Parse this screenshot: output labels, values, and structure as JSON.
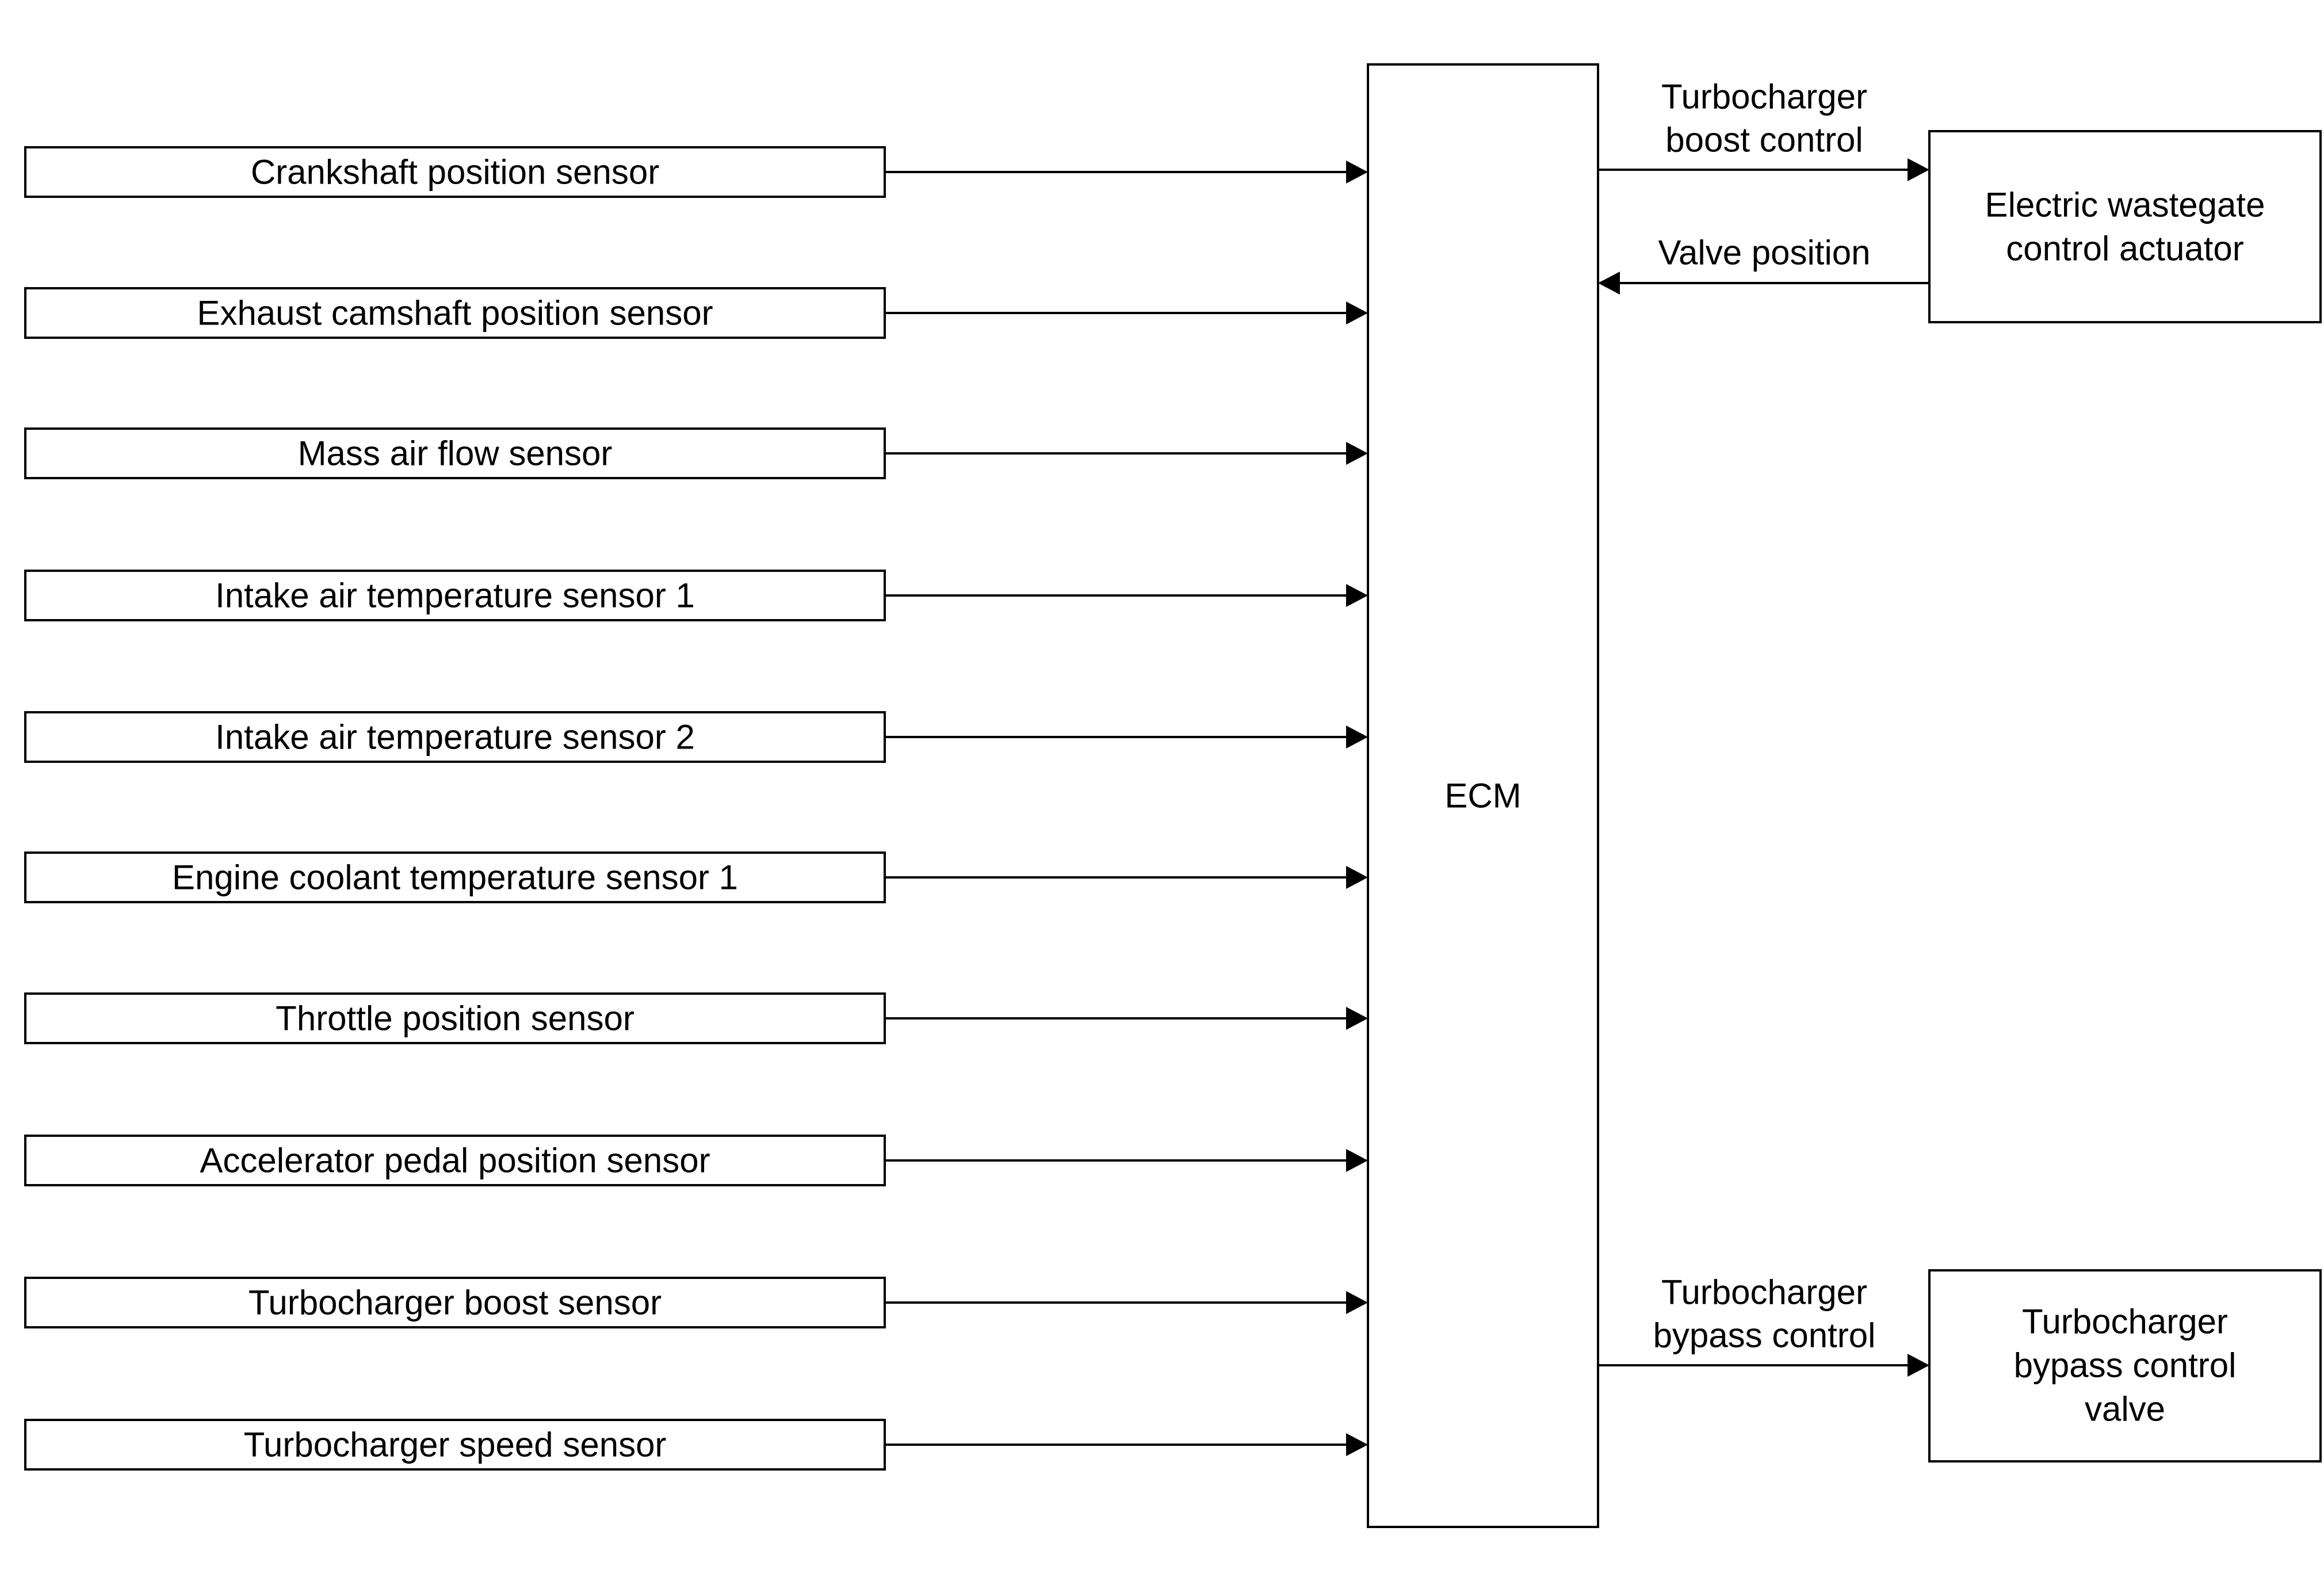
{
  "sensors": [
    {
      "label": "Crankshaft position sensor"
    },
    {
      "label": "Exhaust camshaft position sensor"
    },
    {
      "label": "Mass air flow sensor"
    },
    {
      "label": "Intake air temperature sensor 1"
    },
    {
      "label": "Intake air temperature sensor 2"
    },
    {
      "label": "Engine coolant temperature sensor 1"
    },
    {
      "label": "Throttle position sensor"
    },
    {
      "label": "Accelerator pedal position sensor"
    },
    {
      "label": "Turbocharger boost sensor"
    },
    {
      "label": "Turbocharger speed sensor"
    }
  ],
  "ecm": {
    "label": "ECM"
  },
  "actuators": {
    "wastegate": {
      "lines": [
        "Electric wastegate",
        "control actuator"
      ]
    },
    "bypass_valve": {
      "lines": [
        "Turbocharger",
        "bypass control",
        "valve"
      ]
    }
  },
  "signals": {
    "boost_control": {
      "lines": [
        "Turbocharger",
        "boost control"
      ]
    },
    "valve_position": {
      "lines": [
        "Valve position"
      ]
    },
    "bypass_control": {
      "lines": [
        "Turbocharger",
        "bypass control"
      ]
    }
  }
}
